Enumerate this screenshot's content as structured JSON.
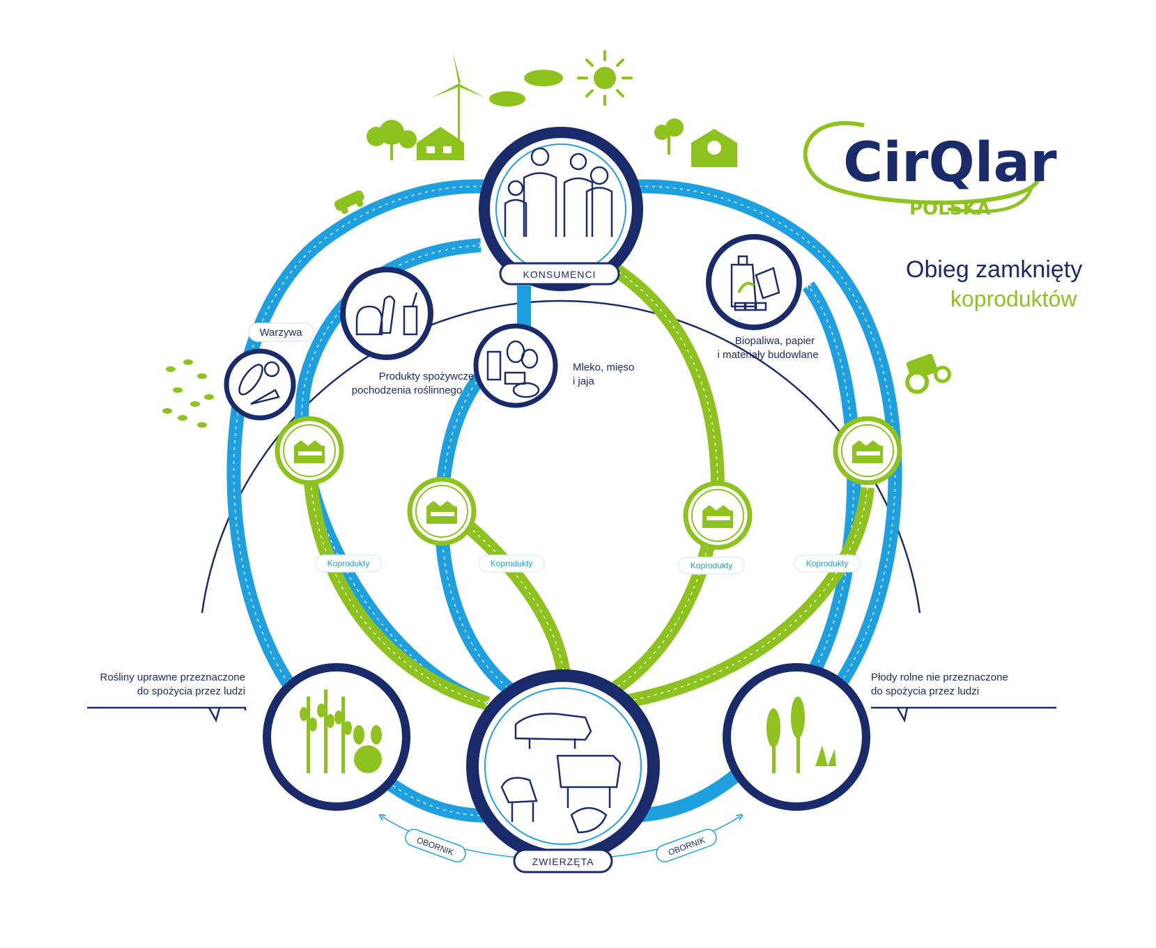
{
  "logo": {
    "name": "CirQlar",
    "sub": "POLSKA"
  },
  "title": {
    "line1": "Obieg zamknięty",
    "line2": "koproduktów"
  },
  "nodes": {
    "consumers": {
      "label": "KONSUMENCI",
      "icon": "family-icon"
    },
    "animals": {
      "label": "ZWIERZĘTA",
      "icon": "farm-animals-icon"
    },
    "crops_food": {
      "icon": "wheat-beet-icon"
    },
    "crops_nonfood": {
      "icon": "corn-icon"
    },
    "plant_food": {
      "icon": "bread-drink-icon"
    },
    "vegetables": {
      "icon": "vegetables-icon"
    },
    "dairy_meat": {
      "icon": "milk-meat-eggs-icon"
    },
    "biofuel": {
      "icon": "biofuel-canister-icon"
    }
  },
  "labels": {
    "vegetables": "Warzywa",
    "plant_food_line1": "Produkty spożywcze",
    "plant_food_line2": "pochodzenia roślinnego",
    "dairy_line1": "Mleko, mięso",
    "dairy_line2": "i jaja",
    "biofuel_line1": "Biopaliwa, papier",
    "biofuel_line2": "i materiały budowlane",
    "crops_food_line1": "Rośliny uprawne przeznaczone",
    "crops_food_line2": "do spożycia przez ludzi",
    "crops_nonfood_line1": "Płody rolne nie przeznaczone",
    "crops_nonfood_line2": "do spożycia przez ludzi"
  },
  "pills": {
    "koprodukty": "Koprodukty",
    "obornik": "OBORNIK"
  },
  "colors": {
    "navy": "#1a2b6b",
    "blue": "#1ea0e0",
    "green": "#8dc21f"
  }
}
